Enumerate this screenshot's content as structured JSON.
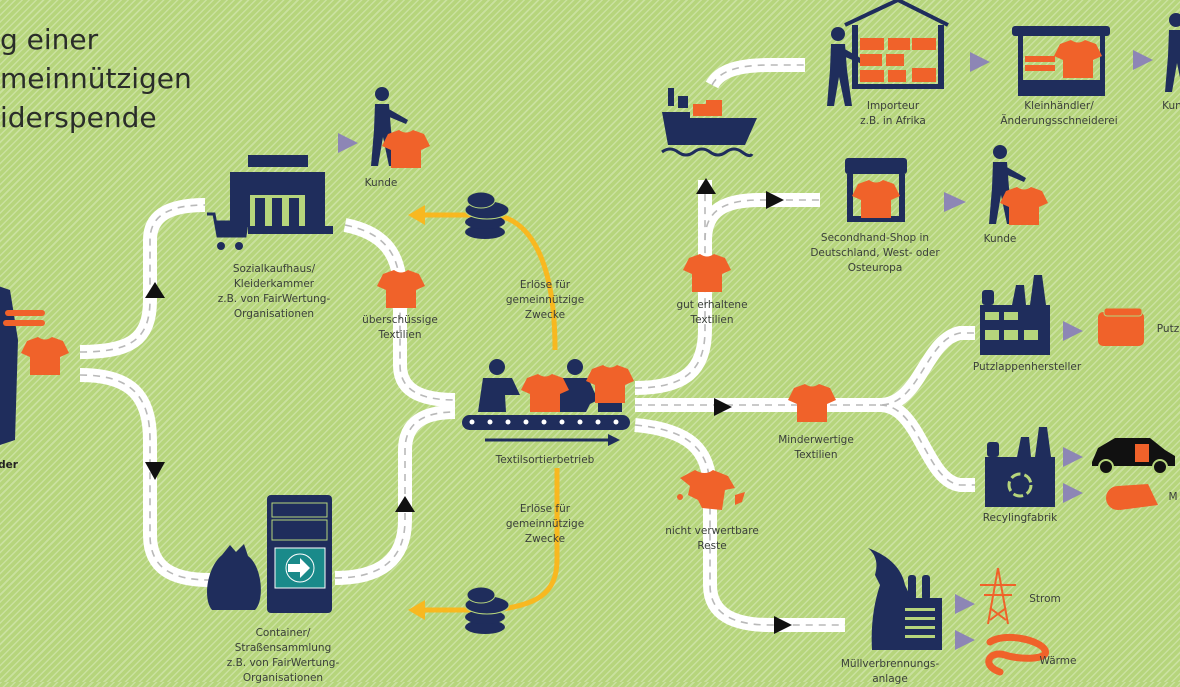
{
  "title": {
    "lines": [
      "g einer",
      "meinnützigen",
      "iderspende"
    ]
  },
  "colors": {
    "background": "#b6d57c",
    "navy": "#1f2d5c",
    "orange": "#f0622a",
    "yellow": "#f8b820",
    "road": "#ffffff",
    "pointer": "#8d86b5"
  },
  "nodes": {
    "donor": "der",
    "sozialkaufhaus": [
      "Sozialkaufhaus/",
      "Kleiderkammer",
      "z.B. von FairWertung-",
      "Organisationen"
    ],
    "kunde_1": "Kunde",
    "ueberschuessig": [
      "überschüssige",
      "Textilien"
    ],
    "erloese_top": [
      "Erlöse für",
      "gemeinnützige",
      "Zwecke"
    ],
    "sortierbetrieb": "Textilsortierbetrieb",
    "erloese_bottom": [
      "Erlöse für",
      "gemeinnützige",
      "Zwecke"
    ],
    "container": [
      "Container/",
      "Straßensammlung",
      "z.B. von FairWertung-",
      "Organisationen"
    ],
    "gut_erhalten": [
      "gut erhaltene",
      "Textilien"
    ],
    "importeur": [
      "Importeur",
      "z.B. in Afrika"
    ],
    "kleinhaendler": [
      "Kleinhändler/",
      "Änderungsschneiderei"
    ],
    "kunde_africa": "Kun",
    "secondhand": [
      "Secondhand-Shop in",
      "Deutschland, West- oder",
      "Osteuropa"
    ],
    "kunde_2": "Kunde",
    "putzlappenhersteller": "Putzlappenhersteller",
    "putzlappen": "Putz",
    "minderwertig": [
      "Minderwertige",
      "Textilien"
    ],
    "recyclingfabrik": "Recylingfabrik",
    "material": "M",
    "nicht_verwertbar": [
      "nicht verwertbare",
      "Reste"
    ],
    "muellverbrennung": [
      "Müllverbrennungs-",
      "anlage"
    ],
    "strom": "Strom",
    "waerme": "Wärme"
  }
}
